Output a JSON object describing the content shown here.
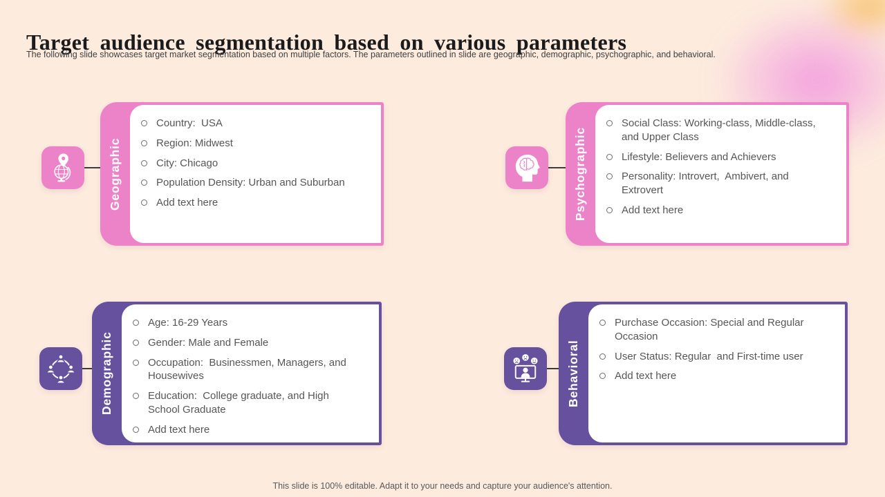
{
  "slide": {
    "title": "Target audience segmentation based on various parameters",
    "subtitle": "The following slide showcases target market segmentation based on multiple factors. The parameters outlined in slide are geographic, demographic, psychographic, and behavioral.",
    "footer": "This slide is 100% editable. Adapt it to your needs and capture your audience's attention."
  },
  "colors": {
    "pink": "#ec83c9",
    "purple": "#66519e",
    "background": "#fdebde",
    "panel": "#ffffff",
    "body_text": "#565656",
    "title_text": "#1b1b1b",
    "connector": "#3b3b3b",
    "blob_orange": "#f7bc5c",
    "blob_pink": "#f192de"
  },
  "cards": [
    {
      "id": "geographic",
      "label": "Geographic",
      "theme": "pink",
      "icon": "globe-location-icon",
      "items": [
        "Country:  USA",
        "Region: Midwest",
        "City: Chicago",
        "Population Density: Urban and Suburban",
        "Add text here"
      ]
    },
    {
      "id": "psychographic",
      "label": "Psychographic",
      "theme": "pink",
      "icon": "head-brain-icon",
      "items": [
        "Social Class: Working-class, Middle-class, and Upper Class",
        "Lifestyle: Believers and Achievers",
        "Personality: Introvert,  Ambivert, and Extrovert",
        "Add text here"
      ]
    },
    {
      "id": "demographic",
      "label": "Demographic",
      "theme": "purple",
      "icon": "people-network-icon",
      "items": [
        "Age: 16-29 Years",
        "Gender: Male and Female",
        "Occupation:  Businessmen, Managers, and Housewives",
        "Education:  College graduate, and High School Graduate",
        "Add text here"
      ]
    },
    {
      "id": "behavioral",
      "label": "Behavioral",
      "theme": "purple",
      "icon": "monitor-emotions-icon",
      "items": [
        "Purchase Occasion: Special and Regular Occasion",
        "User Status: Regular  and First-time user",
        "Add text here"
      ]
    }
  ]
}
